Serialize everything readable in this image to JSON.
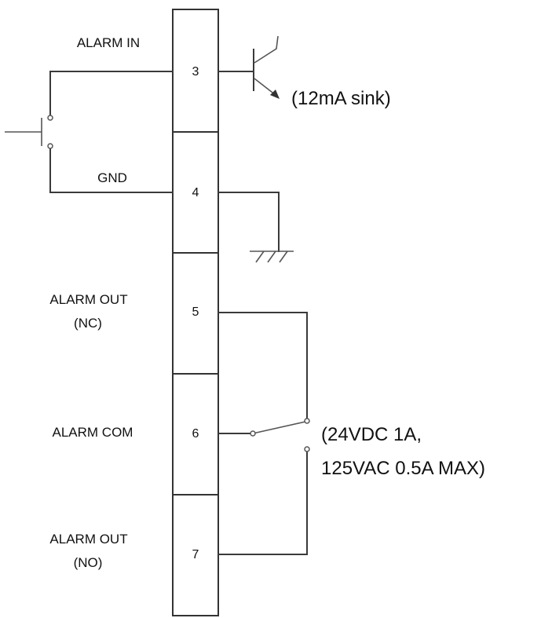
{
  "terminal_block": {
    "pins": [
      {
        "number": "3",
        "label": "ALARM IN"
      },
      {
        "number": "4",
        "label": "GND"
      },
      {
        "number": "5",
        "label_line1": "ALARM OUT",
        "label_line2": "(NC)"
      },
      {
        "number": "6",
        "label": "ALARM COM"
      },
      {
        "number": "7",
        "label_line1": "ALARM OUT",
        "label_line2": "(NO)"
      }
    ]
  },
  "notes": {
    "sink": "(12mA sink)",
    "relay_rating_line1": "(24VDC 1A,",
    "relay_rating_line2": "125VAC 0.5A MAX)"
  }
}
